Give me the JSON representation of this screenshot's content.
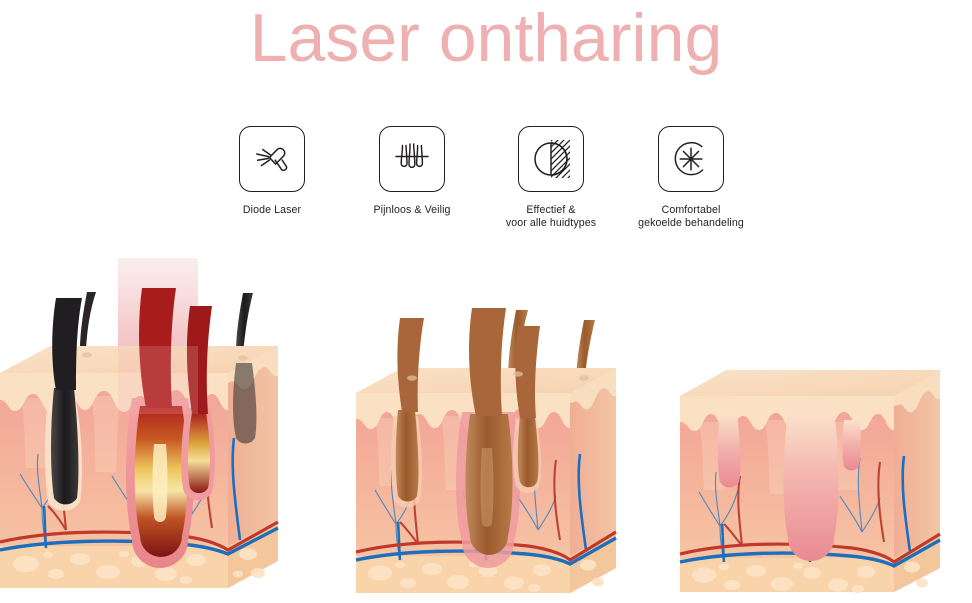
{
  "header": {
    "title": "Laser ontharing",
    "title_color": "#eeb0b0"
  },
  "features": [
    {
      "icon": "laser-handpiece-icon",
      "label": "Diode Laser"
    },
    {
      "icon": "hair-follicles-icon",
      "label": "Pijnloos & Veilig"
    },
    {
      "icon": "half-shaded-circle-icon",
      "label": "Effectief &\nvoor alle huidtypes"
    },
    {
      "icon": "snowflake-cooling-icon",
      "label": "Comfortabel\ngekoelde behandeling"
    }
  ],
  "illustration": {
    "caption": "",
    "stages": [
      {
        "name": "laser-treatment-stage",
        "hair_color": "#231f20",
        "hair_count": 4,
        "laser_beam": true,
        "beam_color": "#e8a0a4",
        "heated_follicles": 2,
        "heat_color": "#9e1b1b"
      },
      {
        "name": "regrowth-stage",
        "hair_color": "#a9663a",
        "hair_count": 4,
        "laser_beam": false,
        "heated_follicles": 0
      },
      {
        "name": "hair-free-stage",
        "hair_color": "",
        "hair_count": 0,
        "laser_beam": false,
        "heated_follicles": 0
      }
    ],
    "layers": {
      "epidermis_color": "#f7d9bb",
      "dermis_color": "#f4ab9c",
      "dermis_deep_color": "#f6c2a4",
      "fat_color": "#f9d0a6",
      "vein_color": "#1d6fbd",
      "artery_color": "#c0392b",
      "side_face_color": "#efb894"
    }
  }
}
